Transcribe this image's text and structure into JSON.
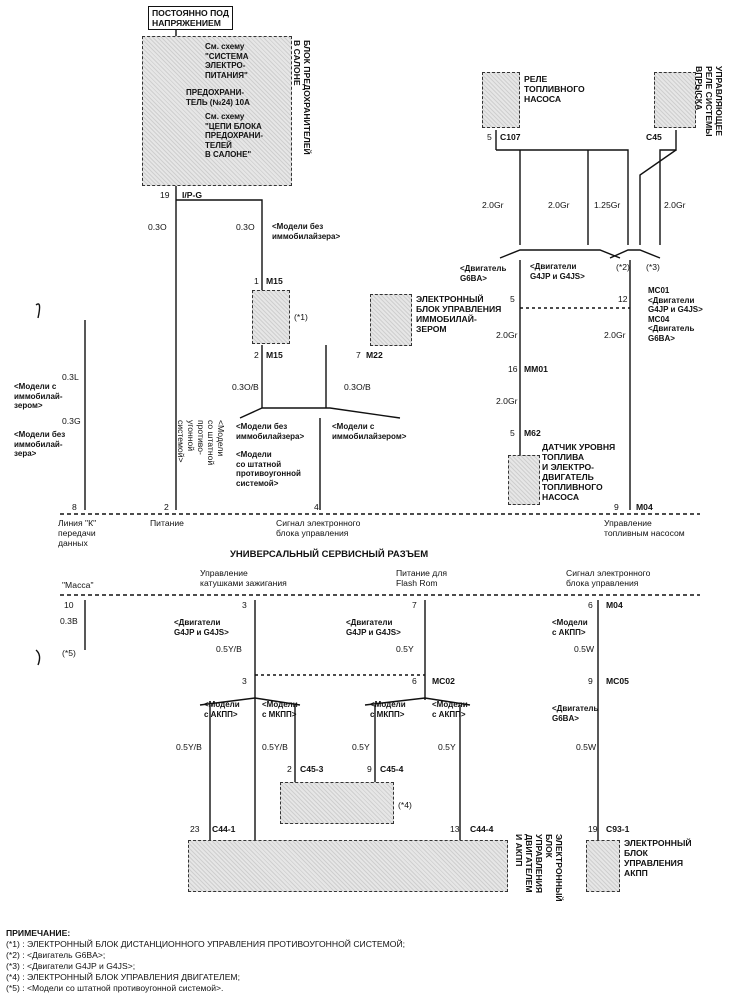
{
  "power": {
    "label": "ПОСТОЯННО ПОД\nНАПРЯЖЕНИЕМ"
  },
  "fuse_block": {
    "title": "БЛОК ПРЕДОХРАНИТЕЛЕЙ\nВ САЛОНЕ",
    "ref1": "См. схему\n\"СИСТЕМА\nЭЛЕКТРО-\nПИТАНИЯ\"",
    "fuse": "ПРЕДОХРАНИ-\nТЕЛЬ (№24) 10А",
    "ref2": "См. схему\n\"ЦЕПИ БЛОКА\nПРЕДОХРАНИ-\nТЕЛЕЙ\nВ САЛОНЕ\"",
    "pin": "19",
    "conn": "I/P-G"
  },
  "fuel_relay": {
    "label": "РЕЛЕ\nТОПЛИВНОГО\nНАСОСА",
    "pin": "5",
    "conn": "C107"
  },
  "main_relay": {
    "label": "УПРАВЛЯЮЩЕЕ\nРЕЛЕ СИСТЕМЫ\nВПРЫСКА",
    "conn": "C45"
  },
  "wires": {
    "w1": "0.3O",
    "w2": "0.3O",
    "w3": "0.3O/B",
    "w4": "0.3O/B",
    "w5": "2.0Gr",
    "w6": "2.0Gr",
    "w7": "1.25Gr",
    "w8": "2.0Gr",
    "w9": "2.0Gr",
    "w10": "2.0Gr",
    "w11": "2.0Gr",
    "w12": "0.3L",
    "w13": "0.3G",
    "w14": "0.3B",
    "w15": "0.5Y/B",
    "w16": "0.5Y",
    "w17": "0.5W",
    "w18": "0.5Y/B",
    "w19": "0.5Y/B",
    "w20": "0.5Y",
    "w21": "0.5Y",
    "w22": "0.5W"
  },
  "labels": {
    "no_immo": "<Модели без\nиммобилайзера>",
    "m15a": "M15",
    "m15a_pin": "1",
    "m15b": "M15",
    "m15b_pin": "2",
    "immo_title": "ЭЛЕКТРОННЫЙ\nБЛОК УПРАВЛЕНИЯ\nИММОБИЛАЙ-\nЗЕРОМ",
    "m22": "M22",
    "m22_pin": "7",
    "star1": "(*1)",
    "left_mode1": "<Модели без\nиммобилай-\nзера>",
    "left_mode2": "<Модели с\nиммобилай-\nзером>",
    "split_noimmo": "<Модели без\nиммобилайзера>",
    "split_immo": "<Модели с\nиммобилайзером>",
    "split_antitheft": "<Модели\nсо штатной\nпротивоугонной\nсистемой>",
    "rot_antitheft": "<Модели\nсо штатной\nпротиво-\nугонной\nсистемой>",
    "eng_g6ba": "<Двигатель\nG6BA>",
    "eng_g4": "<Двигатели\nG4JP и G4JS>",
    "star2": "(*2)",
    "star3": "(*3)",
    "mc01": "MC01\n<Двигатели\nG4JP и G4JS>\nMC04\n<Двигатель\nG6BA>",
    "pin5": "5",
    "pin12": "12",
    "mm01": "MM01",
    "mm01_pin": "16",
    "m62": "M62",
    "m62_pin": "5",
    "sender": "ДАТЧИК УРОВНЯ\nТОПЛИВА\nИ ЭЛЕКТРО-\nДВИГАТЕЛЬ\nТОПЛИВНОГО\nНАСОСА"
  },
  "dlc": {
    "title": "УНИВЕРСАЛЬНЫЙ СЕРВИСНЫЙ РАЗЪЕМ",
    "p8": "8",
    "p2": "2",
    "p4": "4",
    "p9": "9",
    "m04": "M04",
    "k_line": "Линия \"К\"\nпередачи\nданных",
    "power": "Питание",
    "ecu_sig": "Сигнал электронного\nблока управления",
    "pump_ctrl": "Управление\nтопливным насосом",
    "p10": "10",
    "p3": "3",
    "p7": "7",
    "p6": "6",
    "m04b": "M04",
    "ground": "\"Масса\"",
    "ign": "Управление\nкатушками зажигания",
    "flash": "Питание для\nFlash Rom",
    "ecu_sig2": "Сигнал электронного\nблока управления",
    "star5": "(*5)"
  },
  "lower": {
    "eng_g4a": "<Двигатели\nG4JP и G4JS>",
    "eng_g4b": "<Двигатели\nG4JP и G4JS>",
    "akpp_only": "<Модели\nс АКПП>",
    "mc02": "MC02",
    "p3b": "3",
    "p6b": "6",
    "mc05": "MC05",
    "p9b": "9",
    "g6ba": "<Двигатель\nG6BA>",
    "akpp1": "<Модели\nс АКПП>",
    "mkpp1": "<Модели\nс МКПП>",
    "mkpp2": "<Модели\nс МКПП>",
    "akpp2": "<Модели\nс АКПП>",
    "c45_3": "C45-3",
    "c45_3p": "2",
    "c45_4": "C45-4",
    "c45_4p": "9",
    "star4": "(*4)",
    "c44_1": "C44-1",
    "c44_1p": "23",
    "c44_4": "C44-4",
    "c44_4p": "13",
    "c93_1": "C93-1",
    "c93_1p": "19",
    "ecm": "ЭЛЕКТРОННЫЙ\nБЛОК\nУПРАВЛЕНИЯ\nДВИГАТЕЛЕМ\nИ АКПП",
    "tcm": "ЭЛЕКТРОННЫЙ\nБЛОК\nУПРАВЛЕНИЯ\nАКПП"
  },
  "notes": {
    "head": "ПРИМЕЧАНИЕ:",
    "n1": "(*1) : ЭЛЕКТРОННЫЙ БЛОК ДИСТАНЦИОННОГО УПРАВЛЕНИЯ ПРОТИВОУГОННОЙ СИСТЕМОЙ;",
    "n2": "(*2) : <Двигатель G6BA>;",
    "n3": "(*3) : <Двигатели G4JP и G4JS>;",
    "n4": "(*4) : ЭЛЕКТРОННЫЙ БЛОК УПРАВЛЕНИЯ ДВИГАТЕЛЕМ;",
    "n5": "(*5) : <Модели со штатной противоугонной системой>."
  }
}
